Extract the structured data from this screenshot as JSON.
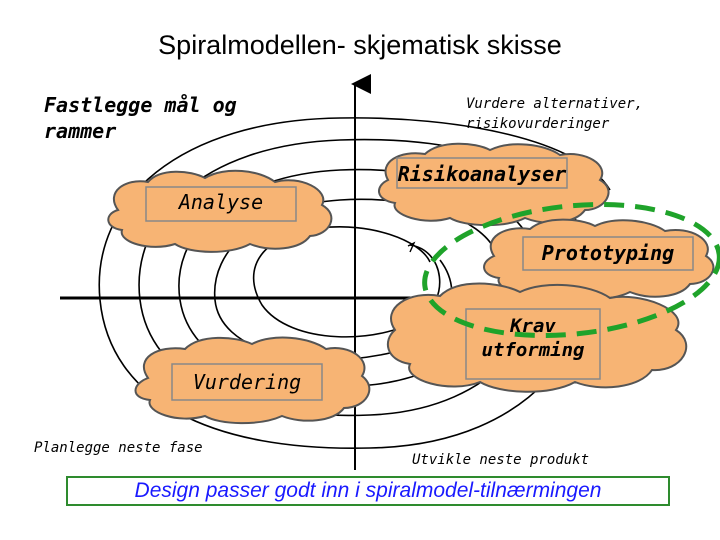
{
  "title": "Spiralmodellen- skjematisk skisse",
  "quadrants": {
    "top_left": "Fastlegge mål og rammer",
    "top_right": "Vurdere alternativer, risikovurderinger",
    "bottom_left": "Planlegge neste fase",
    "bottom_right": "Utvikle neste produkt"
  },
  "clouds": {
    "analyse": "Analyse",
    "risikoanalyser": "Risikoanalyser",
    "prototyping": "Prototyping",
    "krav_utforming": "Krav utforming",
    "vurdering": "Vurdering"
  },
  "caption": "Design passer godt inn i spiralmodel-tilnærmingen",
  "colors": {
    "cloud_fill": "#f7b474",
    "cloud_stroke": "#555555",
    "highlight_ellipse": "#1fa32a",
    "caption_text": "#1a1aff",
    "caption_border": "#2e8b2e"
  }
}
